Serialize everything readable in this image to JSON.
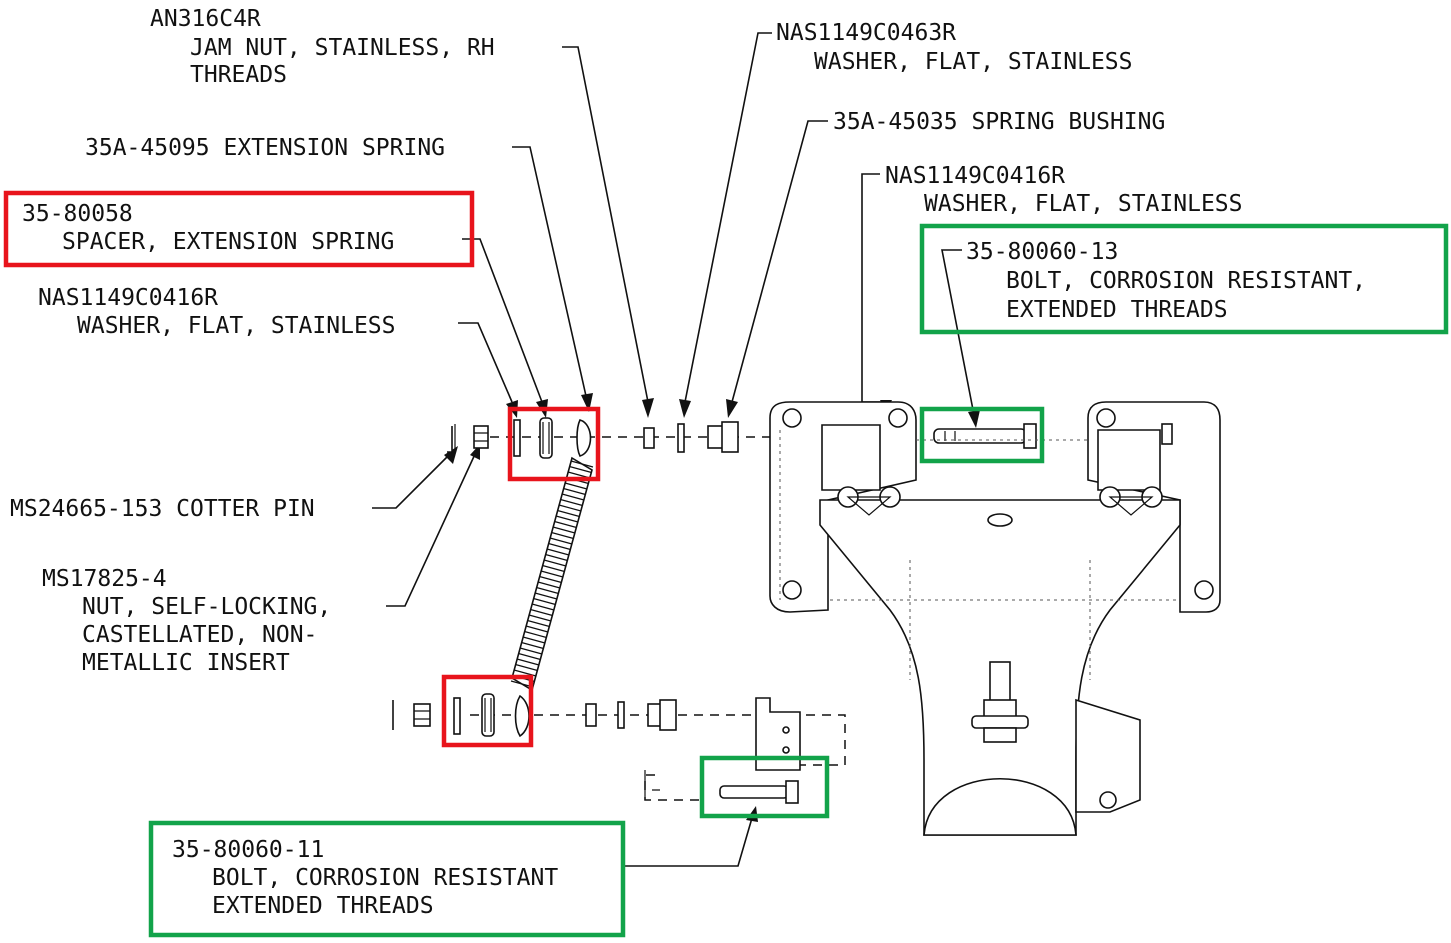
{
  "colors": {
    "red_highlight": "#e8141c",
    "green_highlight": "#12a34a",
    "line": "#111111"
  },
  "callouts": {
    "jam_nut": {
      "part": "AN316C4R",
      "desc1": "JAM NUT, STAINLESS, RH",
      "desc2": "THREADS"
    },
    "washer_top": {
      "part": "NAS1149C0463R",
      "desc1": "WASHER, FLAT, STAINLESS"
    },
    "spring_bushing": {
      "line": "35A-45035 SPRING BUSHING"
    },
    "extension_spring": {
      "line": "35A-45095 EXTENSION SPRING"
    },
    "washer_right": {
      "part": "NAS1149C0416R",
      "desc1": "WASHER, FLAT, STAINLESS"
    },
    "spacer": {
      "part": "35-80058",
      "desc1": "SPACER, EXTENSION SPRING"
    },
    "bolt_13": {
      "part": "35-80060-13",
      "desc1": "BOLT, CORROSION RESISTANT,",
      "desc2": "EXTENDED THREADS"
    },
    "washer_left": {
      "part": "NAS1149C0416R",
      "desc1": "WASHER, FLAT, STAINLESS"
    },
    "cotter_pin": {
      "line": "MS24665-153 COTTER PIN"
    },
    "nut_self_locking": {
      "part": "MS17825-4",
      "desc1": "NUT, SELF-LOCKING,",
      "desc2": "CASTELLATED, NON-",
      "desc3": "METALLIC INSERT"
    },
    "bolt_11": {
      "part": "35-80060-11",
      "desc1": "BOLT, CORROSION RESISTANT",
      "desc2": "EXTENDED THREADS"
    }
  }
}
